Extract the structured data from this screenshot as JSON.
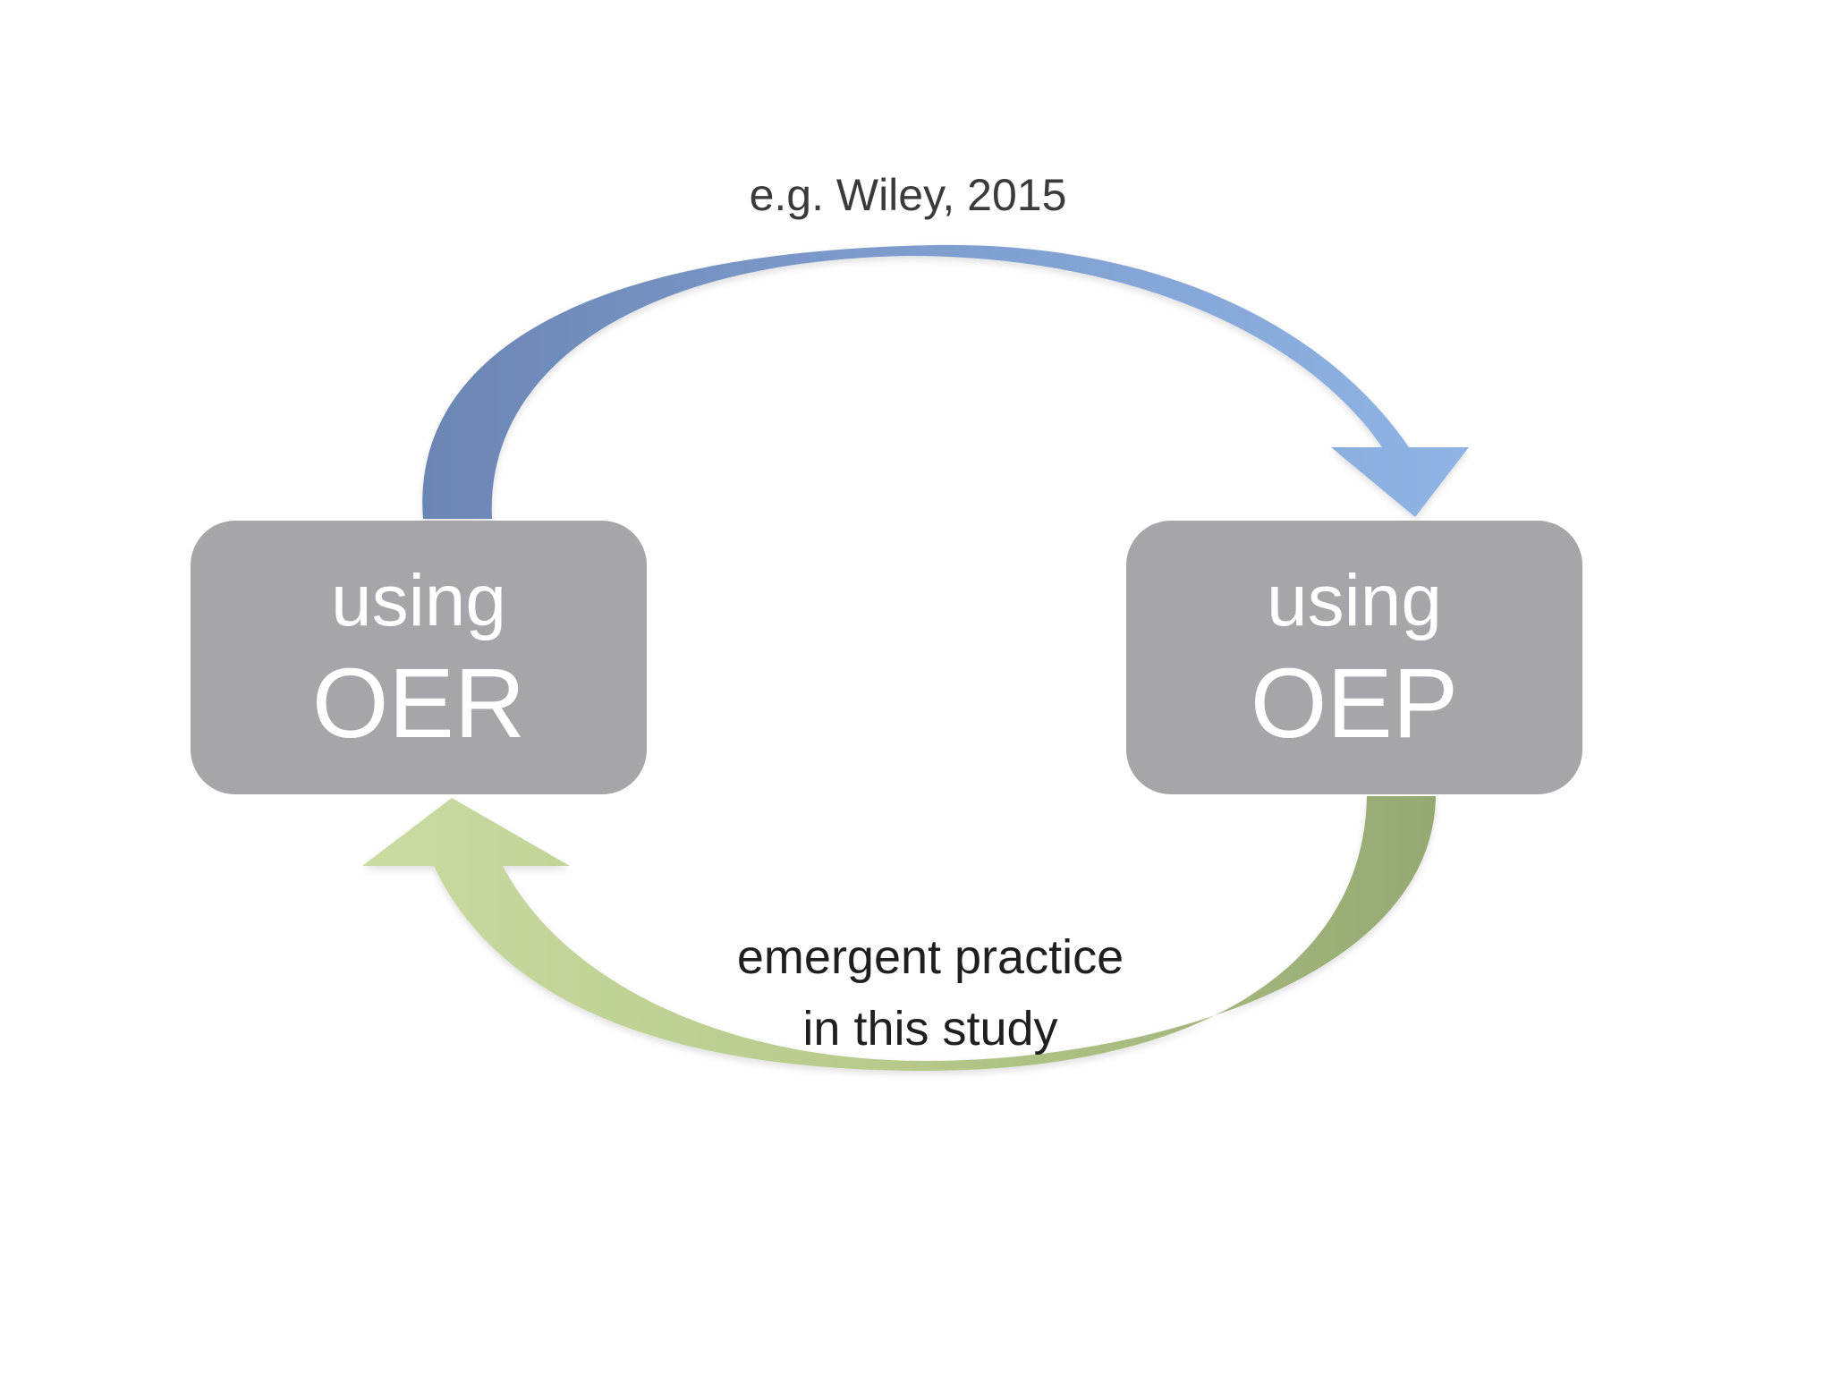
{
  "top_note": "e.g. Wiley, 2015",
  "bottom_note": {
    "line1": "emergent practice",
    "line2": "in this study"
  },
  "nodes": {
    "left": {
      "line1": "using",
      "line2": "OER"
    },
    "right": {
      "line1": "using",
      "line2": "OEP"
    }
  },
  "colors": {
    "node_fill": "#a6a5a8",
    "node_text": "#ffffff",
    "top_arrow_start": "#6d88b4",
    "top_arrow_end": "#8eb3e3",
    "bottom_arrow_start": "#c8da9f",
    "bottom_arrow_end": "#96aa74"
  }
}
